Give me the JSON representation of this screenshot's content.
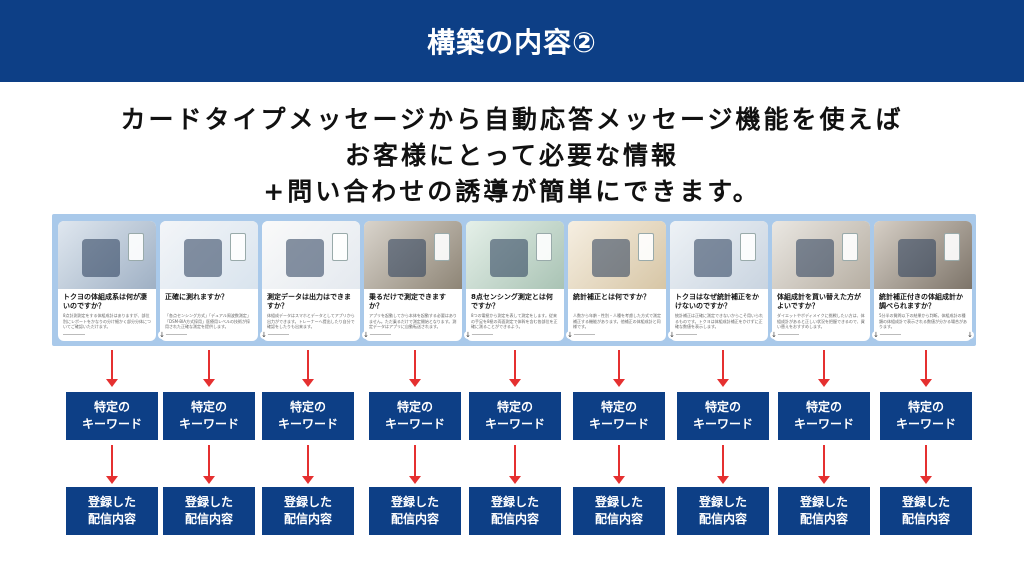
{
  "header": {
    "title": "構築の内容②"
  },
  "headline": {
    "line1": "カードタイプメッセージから自動応答メッセージ機能を使えば",
    "line2": "お客様にとって必要な情報",
    "line3": "+問い合わせの誘導が簡単にできます。"
  },
  "cards": [
    {
      "title": "トクヨの体組成系は何が凄いのですか？",
      "body": "8点計測測定をする体組成計はありますが、部位別にレポートをかなりの分け細かく部分分体についてご確認いただけます。",
      "image_theme": "scale-with-phone"
    },
    {
      "title": "正確に測れますか？",
      "body": "「各点センシング方式」「デュアル周波数測定」「DSM-BIA方式採用」医療用レベルの技術が採用された正確な測定を提供します。",
      "image_theme": "body-diagram"
    },
    {
      "title": "測定データは出力はできますか？",
      "body": "体組成データはスマホとデータとしてアプリから出力ができます。トレーナーへ提出したり自分で確認をしたりも出来ます。",
      "image_theme": "app-screens"
    },
    {
      "title": "乗るだけで測定できますか？",
      "body": "アプリを起動してから本体を起動する必要はありません。ただ乗るだけで測定開始となります。測定データはアプリに自動転送されます。",
      "image_theme": "standing-on-scale"
    },
    {
      "title": "8点センシング測定とは何ですか？",
      "body": "8つの電極から測定を表して測定をします。従来の手足を8極の両面測定で体幹を含む各部位を正確に測ることができるよう。",
      "image_theme": "electrodes"
    },
    {
      "title": "統計補正とは何ですか？",
      "body": "人数から年齢・性別・人種を考慮した方式で測定補正する機能があります。他補正の体組成計と同様です。",
      "image_theme": "people-group"
    },
    {
      "title": "トクヨはなぜ統計補正をかけないのですか？",
      "body": "統計補正は正確に測定できないからこそ用いられるものです。トクヨは体組成計補正をかけずに正確な数値を表示します。",
      "image_theme": "phone-and-person"
    },
    {
      "title": "体組成計を買い替えた方がよいですか？",
      "body": "ダイエットやボディメイクに挑戦したい方は、体組成計があると正しい状況を把握できるので、買い替えをおすすめします。",
      "image_theme": "workout"
    },
    {
      "title": "統計補正付きの体組成計か調べられますか？",
      "body": "5分半の質問以下の結果から判断。体組成計の種類の体組成計で表示される数値が分かる場合があります。",
      "image_theme": "feet-on-scale"
    }
  ],
  "keyword_box": {
    "line1": "特定の",
    "line2": "キーワード"
  },
  "content_box": {
    "line1": "登録した",
    "line2": "配信内容"
  },
  "icons": {
    "card_nav": "download-arrow-icon"
  },
  "colors": {
    "brand": "#0d3f86",
    "arrow": "#e53030",
    "strip": "#a9c9ea"
  }
}
